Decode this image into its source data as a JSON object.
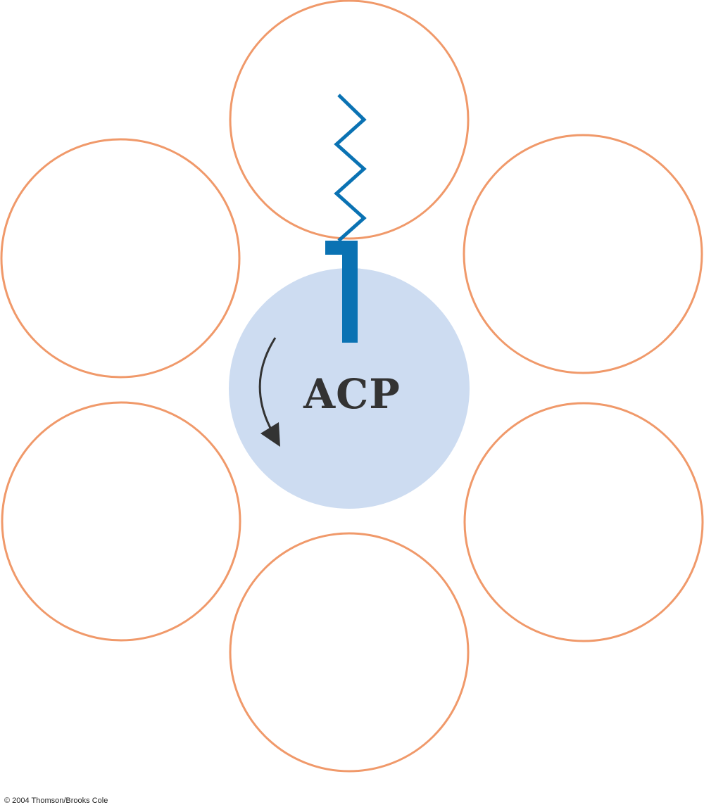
{
  "diagram": {
    "center_label": "ACP",
    "copyright": "© 2004 Thomson/Brooks Cole",
    "outer_circle_count": 6,
    "colors": {
      "outer_circle_stroke": "#f0996a",
      "center_fill": "#cddcf1",
      "chain_color": "#0a72b3",
      "arrow_color": "#333333",
      "label_color": "#333333"
    },
    "icons": {
      "rotation_arrow": "curved-arrow-down-icon",
      "acyl_chain": "zigzag-chain-icon",
      "phosphopantetheine_arm": "arm-icon"
    }
  }
}
